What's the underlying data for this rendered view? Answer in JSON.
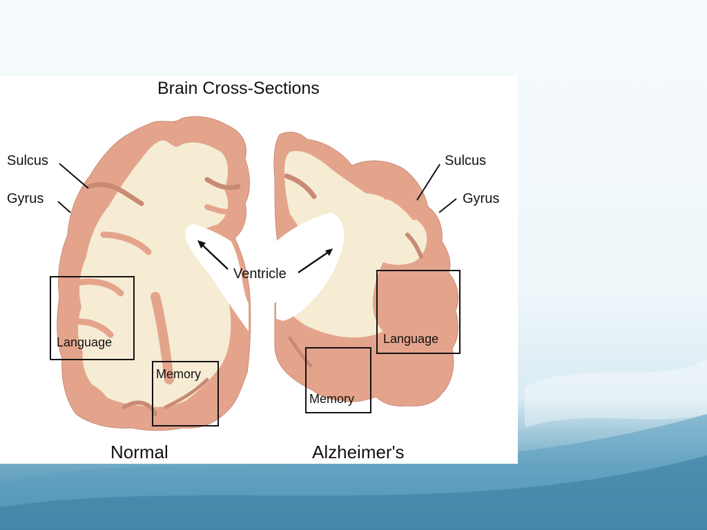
{
  "figure": {
    "title": "Brain Cross-Sections",
    "labels": {
      "sulcus_left": "Sulcus",
      "gyrus_left": "Gyrus",
      "sulcus_right": "Sulcus",
      "gyrus_right": "Gyrus",
      "ventricle": "Ventricle",
      "language_left": "Language",
      "memory_left": "Memory",
      "language_right": "Language",
      "memory_right": "Memory"
    },
    "captions": {
      "normal": "Normal",
      "alzheimers": "Alzheimer's"
    },
    "colors": {
      "cortex": "#e4a48c",
      "white_matter": "#f6ecd4",
      "outline": "#111111"
    }
  }
}
